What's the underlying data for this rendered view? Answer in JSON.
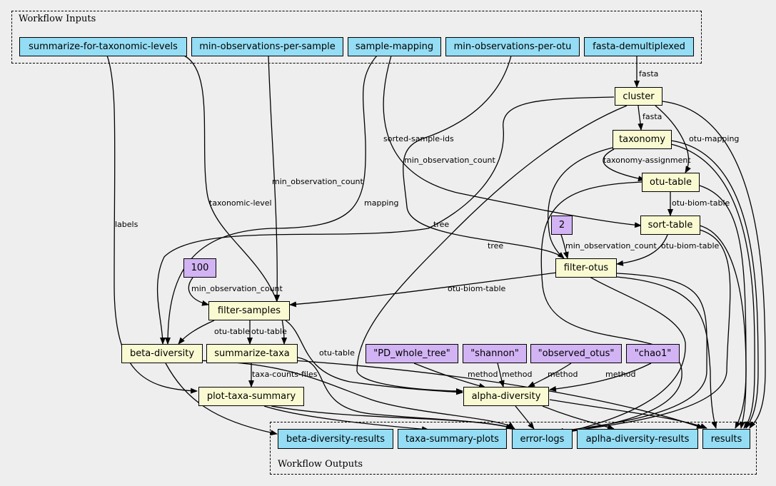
{
  "clusters": {
    "inputs_label": "Workflow Inputs",
    "outputs_label": "Workflow Outputs"
  },
  "colors": {
    "io": "#94ddf4",
    "step": "#fafad2",
    "value": "#d2b4f4",
    "background": "#eeeeee"
  },
  "inputs": {
    "summarize_for_taxonomic_levels": "summarize-for-taxonomic-levels",
    "min_observations_per_sample": "min-observations-per-sample",
    "sample_mapping": "sample-mapping",
    "min_observations_per_otu": "min-observations-per-otu",
    "fasta_demultiplexed": "fasta-demultiplexed"
  },
  "steps": {
    "cluster": "cluster",
    "taxonomy": "taxonomy",
    "otu_table": "otu-table",
    "sort_table": "sort-table",
    "filter_otus": "filter-otus",
    "filter_samples": "filter-samples",
    "beta_diversity": "beta-diversity",
    "summarize_taxa": "summarize-taxa",
    "plot_taxa_summary": "plot-taxa-summary",
    "alpha_diversity": "alpha-diversity"
  },
  "values": {
    "two": "2",
    "hundred": "100",
    "pd_whole_tree": "\"PD_whole_tree\"",
    "shannon": "\"shannon\"",
    "observed_otus": "\"observed_otus\"",
    "chao1": "\"chao1\""
  },
  "outputs": {
    "beta_diversity_results": "beta-diversity-results",
    "taxa_summary_plots": "taxa-summary-plots",
    "error_logs": "error-logs",
    "alpha_diversity_results": "aplha-diversity-results",
    "results": "results"
  },
  "edge_labels": {
    "fasta_1": "fasta",
    "fasta_2": "fasta",
    "otu_mapping": "otu-mapping",
    "sorted_sample_ids": "sorted-sample-ids",
    "min_observation_count_1": "min_observation_count",
    "taxonomy_assignment": "taxonomy-assignment",
    "min_observation_count_2": "min_observation_count",
    "taxonomic_level": "taxonomic-level",
    "mapping": "mapping",
    "otu_biom_table_1": "otu-biom-table",
    "labels": "labels",
    "tree_1": "tree",
    "tree_2": "tree",
    "min_observation_count_3": "min_observation_count",
    "otu_biom_table_2": "otu-biom-table",
    "otu_biom_table_3": "otu-biom-table",
    "min_observation_count_4": "min_observation_count",
    "otu_table_1": "otu-table",
    "otu_table_2": "otu-table",
    "otu_table_3": "otu-table",
    "method_1": "method",
    "method_2": "method",
    "method_3": "method",
    "method_4": "method",
    "taxa_counts_files": "taxa-counts-files"
  }
}
